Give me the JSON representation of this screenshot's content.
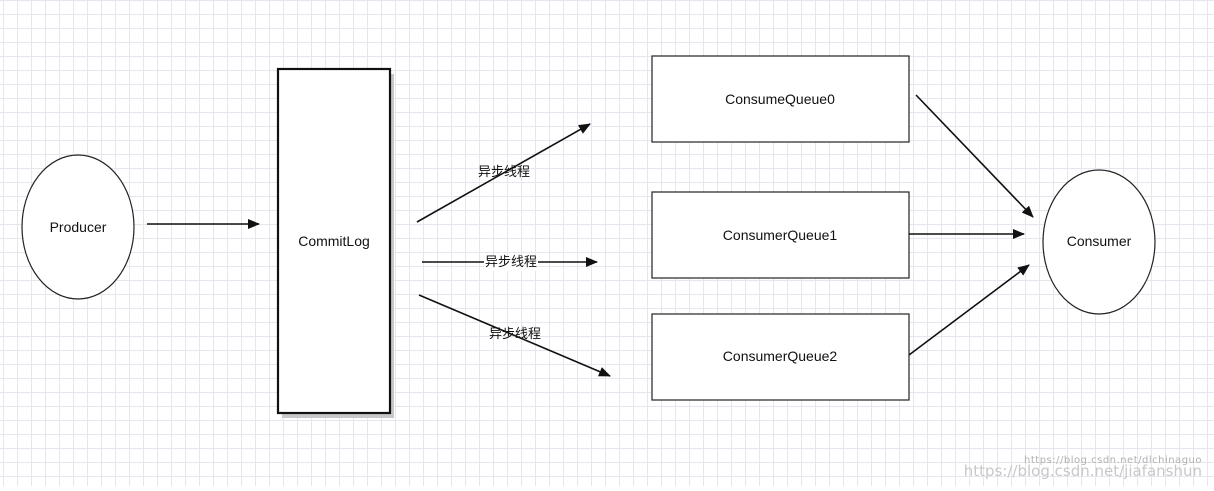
{
  "diagram": {
    "nodes": {
      "producer": "Producer",
      "commitlog": "CommitLog",
      "queue0": "ConsumeQueue0",
      "queue1": "ConsumerQueue1",
      "queue2": "ConsumerQueue2",
      "consumer": "Consumer"
    },
    "edge_labels": {
      "async_top": "异步线程",
      "async_middle": "异步线程",
      "async_bottom": "异步线程"
    }
  },
  "watermark": {
    "line1": "https://blog.csdn.net/dlchinaguo",
    "line2": "https://blog.csdn.net/jiafanshun"
  },
  "colors": {
    "stroke": "#111111",
    "grid": "#e6e6ee",
    "background": "#ffffff"
  }
}
